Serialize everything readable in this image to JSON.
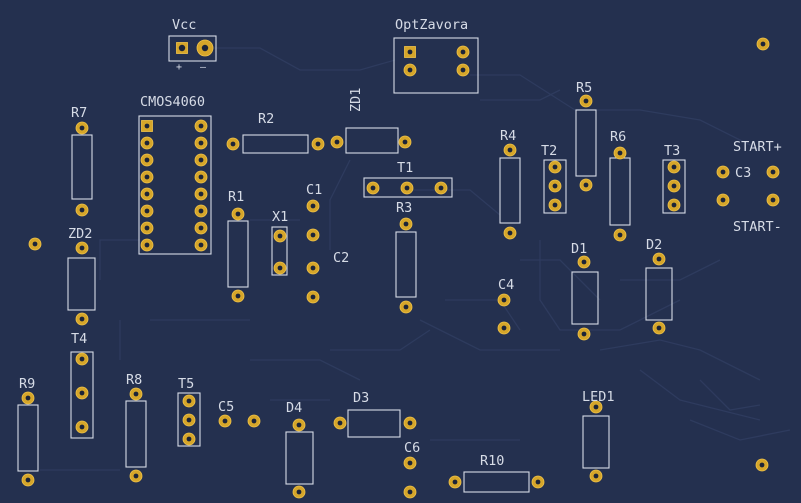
{
  "board": {
    "colors": {
      "board": "#24304f",
      "silk": "#d6dbe6",
      "pad": "#d6a62a",
      "hole": "#1c2438",
      "trace": "#2e3b5e"
    }
  },
  "labels": {
    "vcc": "Vcc",
    "vcc_plus": "+",
    "vcc_minus": "–",
    "optzavora": "OptZavora",
    "cmos4060": "CMOS4060",
    "zd1": "ZD1",
    "r1": "R1",
    "r2": "R2",
    "r3": "R3",
    "r4": "R4",
    "r5": "R5",
    "r6": "R6",
    "r7": "R7",
    "r8": "R8",
    "r9": "R9",
    "r10": "R10",
    "t1": "T1",
    "t2": "T2",
    "t3": "T3",
    "t4": "T4",
    "t5": "T5",
    "c1": "C1",
    "c2": "C2",
    "c3": "C3",
    "c4": "C4",
    "c5": "C5",
    "c6": "C6",
    "d1": "D1",
    "d2": "D2",
    "d3": "D3",
    "d4": "D4",
    "x1": "X1",
    "zd2": "ZD2",
    "led1": "LED1",
    "start_plus": "START+",
    "start_minus": "START-"
  }
}
